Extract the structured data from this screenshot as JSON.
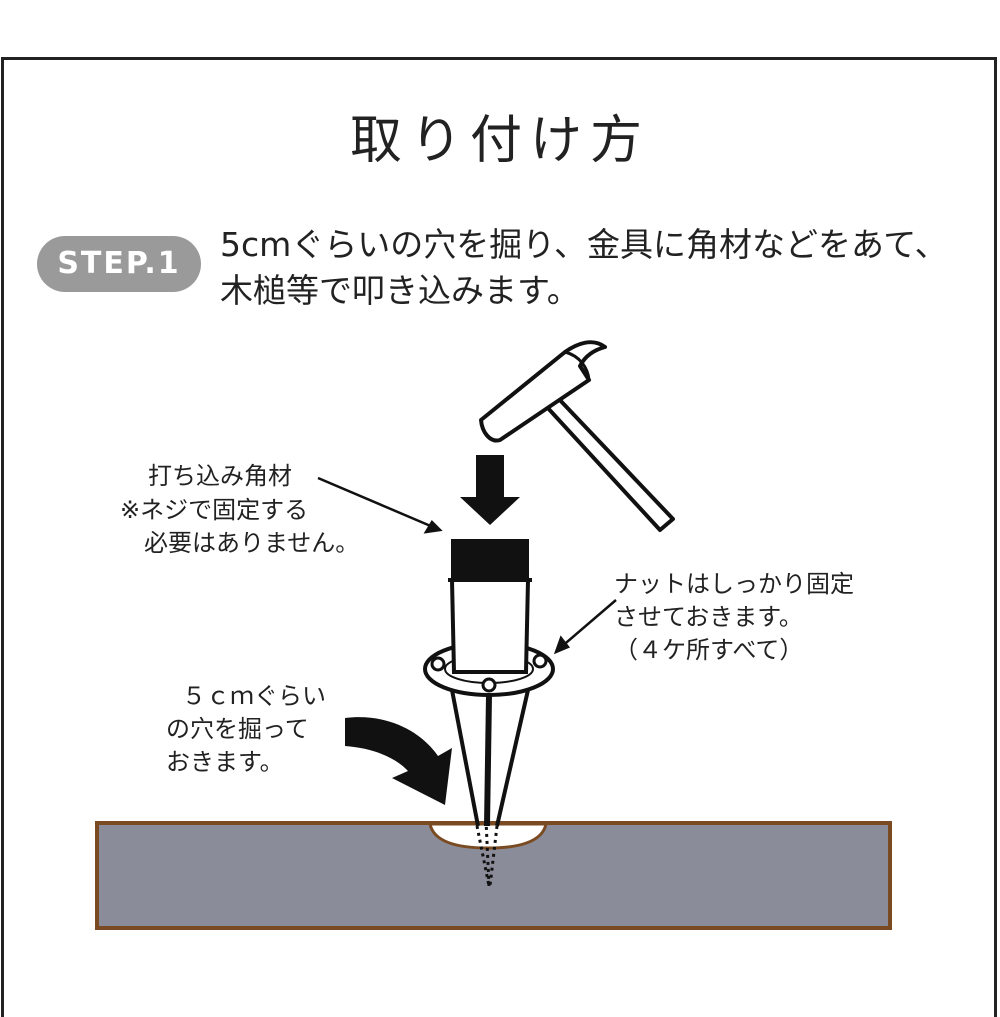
{
  "title": "取り付け方",
  "step": {
    "badge": "STEP.1",
    "line1": "5cmぐらいの穴を掘り、金具に角材などをあて、",
    "line2": "木槌等で叩き込みます。"
  },
  "labels": {
    "post": {
      "line1": "打ち込み角材",
      "line2": "※ネジで固定する",
      "line3": "必要はありません。"
    },
    "nut": {
      "line1": "ナットはしっかり固定",
      "line2": "させておきます。",
      "line3": "（４ケ所すべて）"
    },
    "hole": {
      "line1": "５ｃｍぐらい",
      "line2": "の穴を掘って",
      "line3": "おきます。"
    }
  },
  "colors": {
    "ground": "#8a8d99",
    "ground_border": "#7a4b22",
    "badge": "#9a9a9a",
    "ink": "#222222"
  }
}
